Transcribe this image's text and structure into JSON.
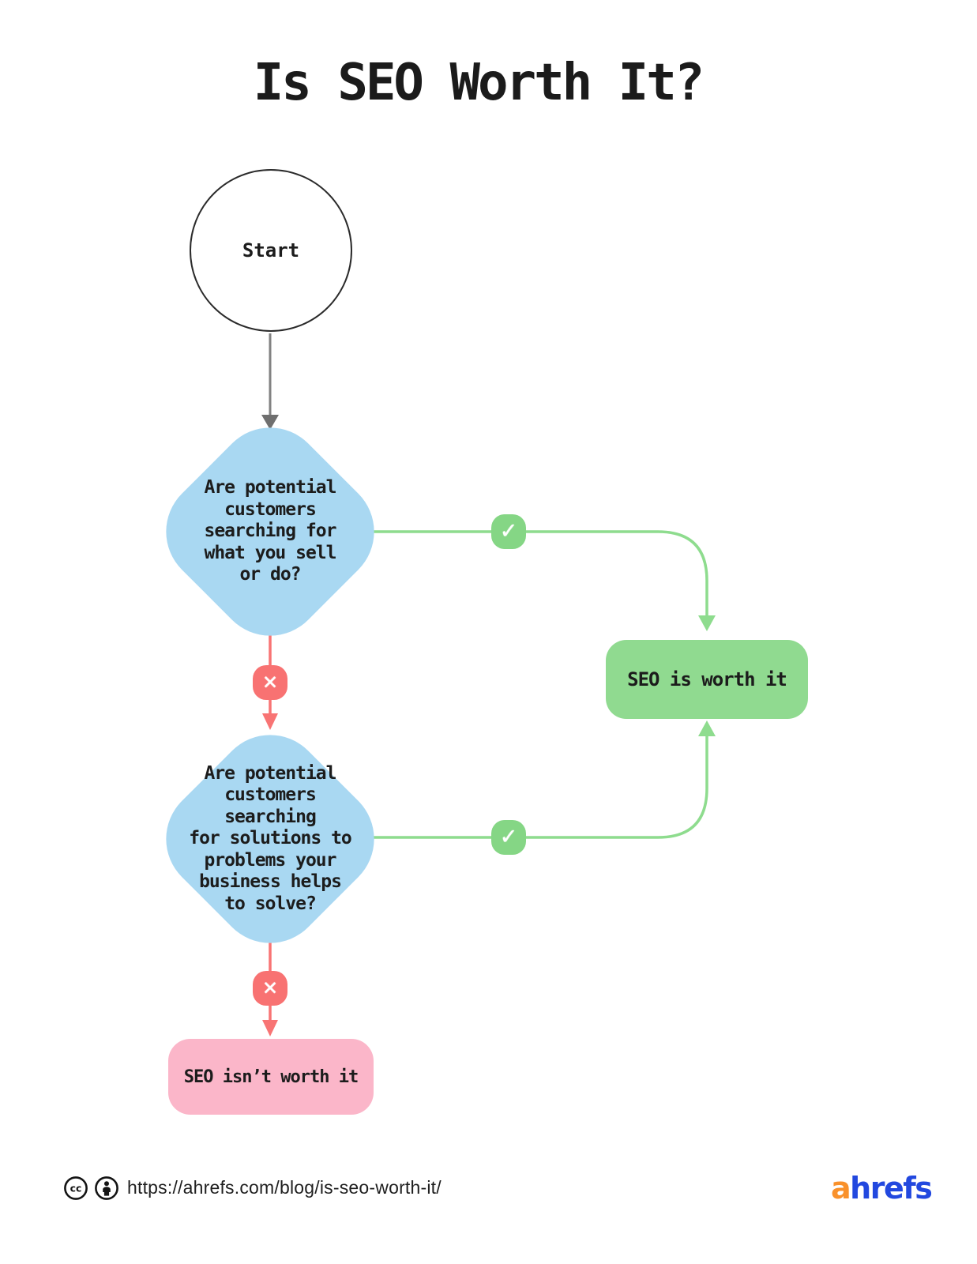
{
  "title": "Is SEO Worth It?",
  "flowchart": {
    "start_label": "Start",
    "q1_text": "Are potential\ncustomers\nsearching for\nwhat you sell\nor do?",
    "q2_text": "Are potential\ncustomers\nsearching\nfor solutions to\nproblems your\nbusiness helps\nto solve?",
    "yes_label": "SEO is worth it",
    "no_label": "SEO isn’t worth it",
    "check_glyph": "✓",
    "cross_glyph": "✕"
  },
  "colors": {
    "question_blue": "#A9D8F2",
    "yes_green": "#90DA90",
    "check_badge_green": "#85D685",
    "connector_green": "#8EDC8E",
    "cross_badge_red": "#F87272",
    "no_pink": "#FBB6C9",
    "connector_gray": "#828282",
    "text_dark": "#1C1C1C",
    "brand_orange": "#F9912B",
    "brand_blue": "#2248DF"
  },
  "footer": {
    "cc_icon_text": "cc",
    "url": "https://ahrefs.com/blog/is-seo-worth-it/",
    "brand_first_letter": "a",
    "brand_rest": "hrefs"
  }
}
